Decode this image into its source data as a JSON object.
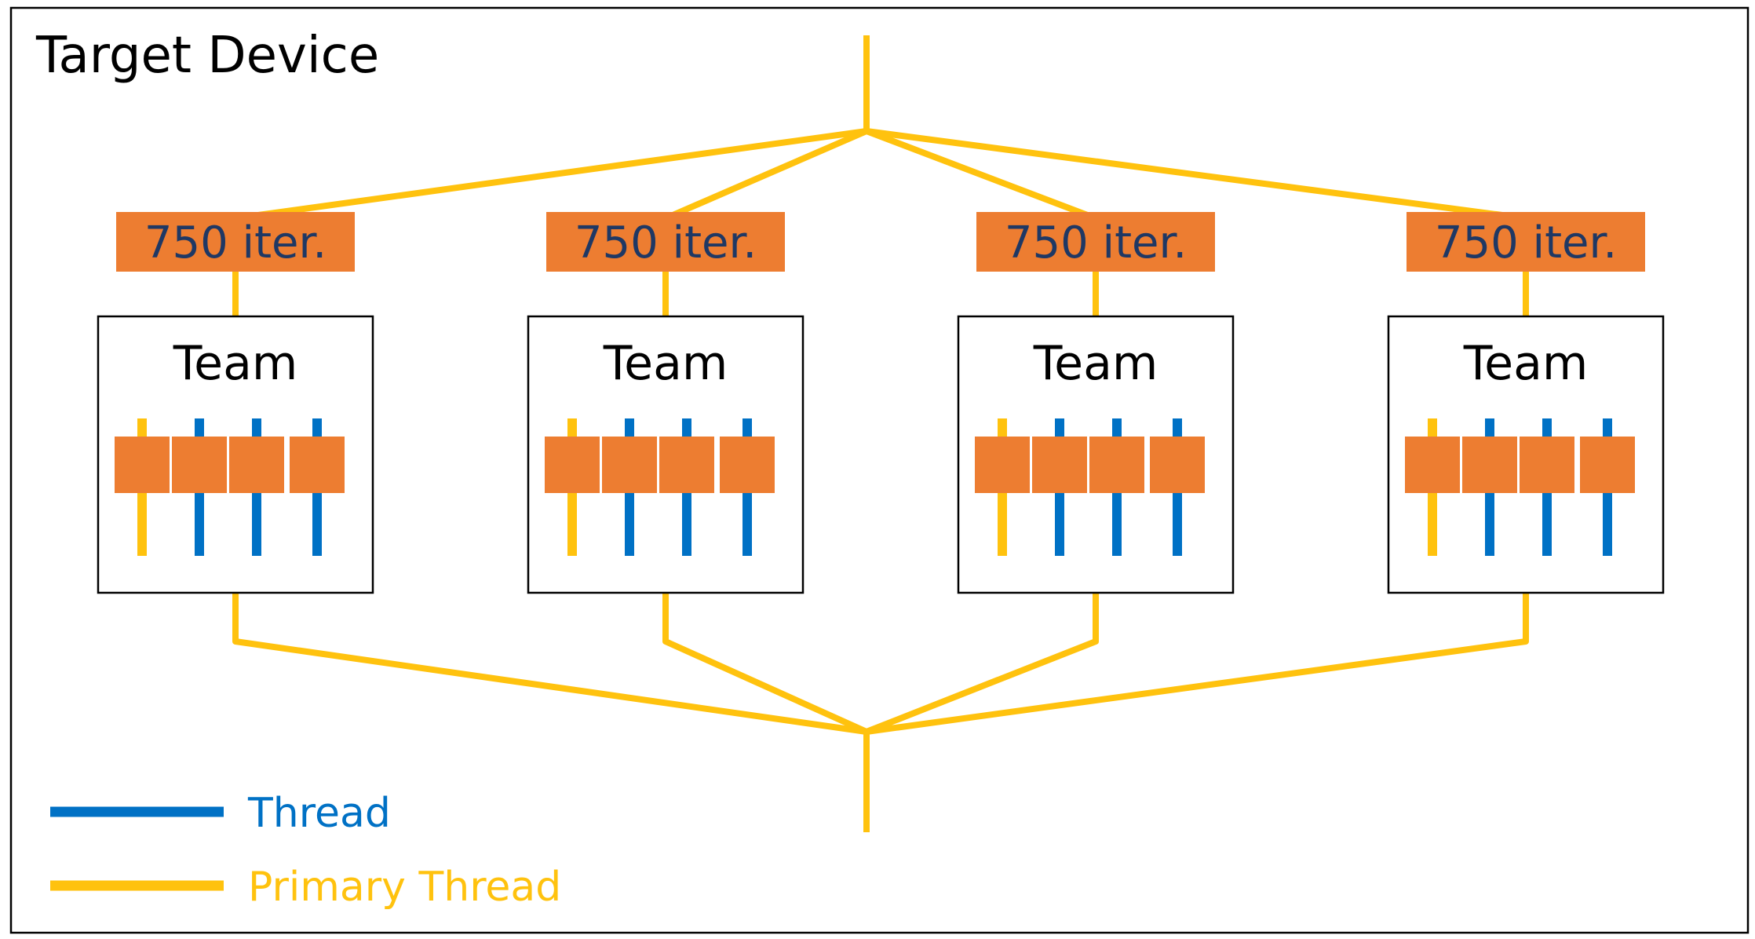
{
  "title": "Target Device",
  "colors": {
    "primary": "#FFC20E",
    "thread": "#0071C5",
    "box": "#ED7D31",
    "iter_text": "#1F3864",
    "frame": "#000000"
  },
  "chunks": [
    {
      "label": "750 iter.",
      "team_label": "Team"
    },
    {
      "label": "750 iter.",
      "team_label": "Team"
    },
    {
      "label": "750 iter.",
      "team_label": "Team"
    },
    {
      "label": "750 iter.",
      "team_label": "Team"
    }
  ],
  "threads_per_team": [
    "primary",
    "thread",
    "thread",
    "thread"
  ],
  "legend": [
    {
      "label": "Thread",
      "kind": "thread"
    },
    {
      "label": "Primary Thread",
      "kind": "primary"
    }
  ]
}
